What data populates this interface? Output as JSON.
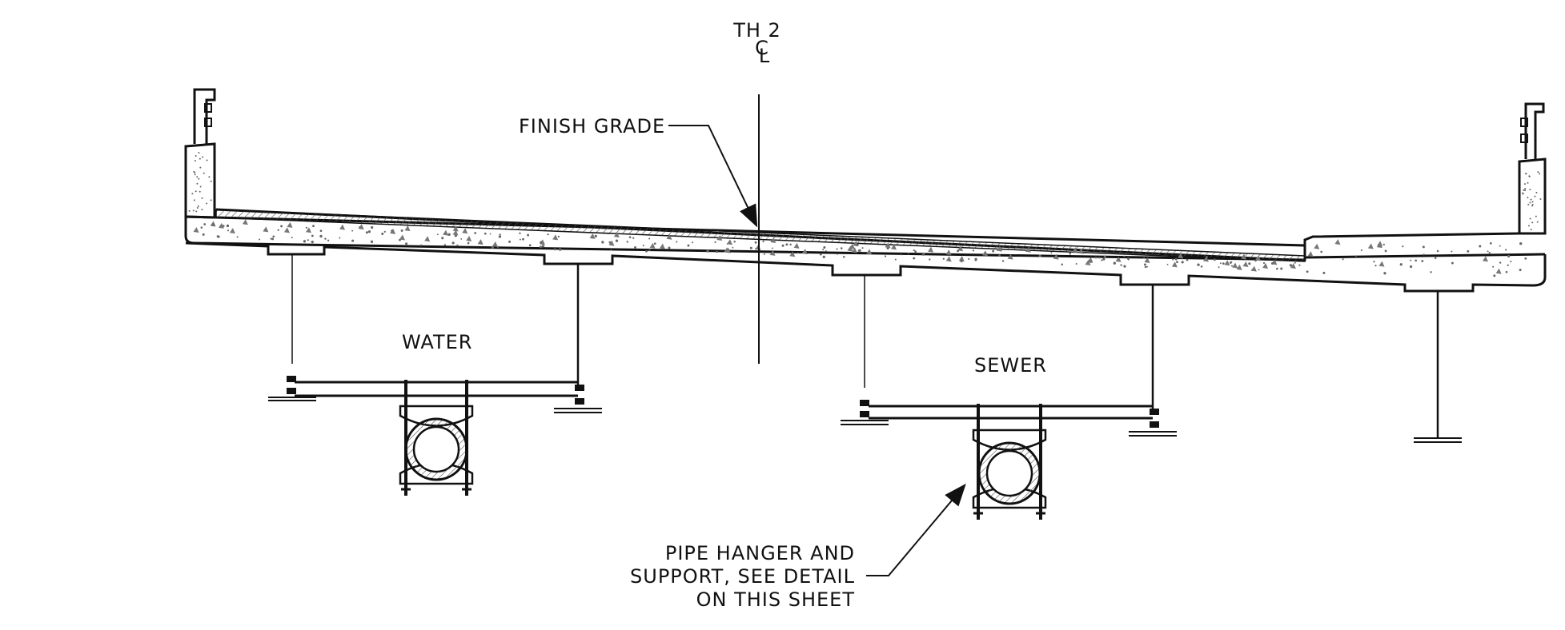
{
  "drawing": {
    "centerline": {
      "line1": "TH 2",
      "line2": "C",
      "line3": "L"
    },
    "labels": {
      "finish_grade": "FINISH GRADE",
      "water": "WATER",
      "sewer": "SEWER",
      "pipe_hanger_line1": "PIPE HANGER AND",
      "pipe_hanger_line2": "SUPPORT, SEE DETAIL",
      "pipe_hanger_line3": "ON THIS SHEET"
    },
    "colors": {
      "line": "#111111",
      "background": "#ffffff",
      "hatch": "#555555"
    }
  }
}
